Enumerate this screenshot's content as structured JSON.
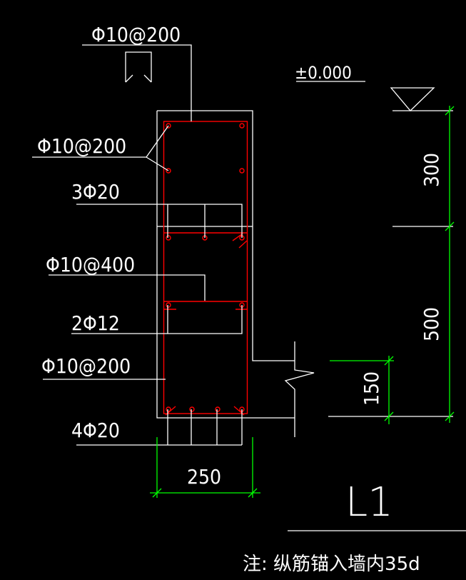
{
  "drawing": {
    "labels": {
      "top_stirrup": "Φ10@200",
      "side_stirrup_upper": "Φ10@200",
      "bars_3": "3Φ20",
      "tie_400": "Φ10@400",
      "bars_2": "2Φ12",
      "side_stirrup_lower": "Φ10@200",
      "bars_4": "4Φ20"
    },
    "elevation": "±0.000",
    "dimensions": {
      "d300": "300",
      "d500": "500",
      "d150": "150",
      "width": "250"
    },
    "beam_name": "L1",
    "note": "注: 纵筋锚入墙内35d",
    "colors": {
      "outline": "#ffffff",
      "rebar": "#ff0000",
      "dimension": "#00ff00"
    }
  }
}
